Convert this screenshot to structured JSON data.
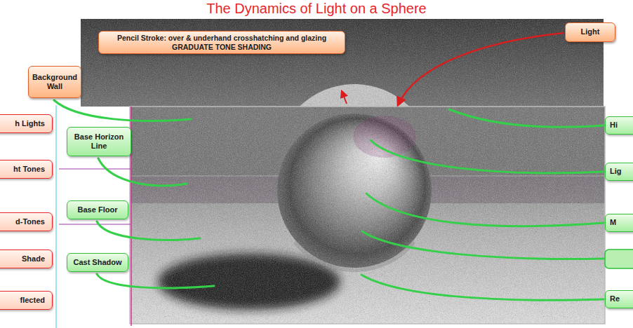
{
  "diagram": {
    "title": "The Dynamics of Light on a Sphere",
    "nodes": [
      {
        "text": [
          "Pencil Stroke: over & underhand crosshatching and glazing",
          "GRADUATE TONE SHADING"
        ]
      },
      {
        "text": [
          "Light"
        ]
      },
      {
        "text": [
          "Background Wall"
        ]
      },
      {
        "text": [
          "h Lights"
        ]
      },
      {
        "text": [
          "Hi"
        ]
      },
      {
        "text": [
          "Base Horizon Line"
        ]
      },
      {
        "text": [
          "ht Tones"
        ]
      },
      {
        "text": [
          "Lig"
        ]
      },
      {
        "text": [
          "Base Floor"
        ]
      },
      {
        "text": [
          "d-Tones"
        ]
      },
      {
        "text": [
          "M"
        ]
      },
      {
        "text": [
          "Shade"
        ]
      },
      {
        "text": [
          "Cast Shadow"
        ]
      },
      {
        "text": [
          "flected"
        ]
      },
      {
        "text": [
          "Re"
        ]
      }
    ]
  }
}
